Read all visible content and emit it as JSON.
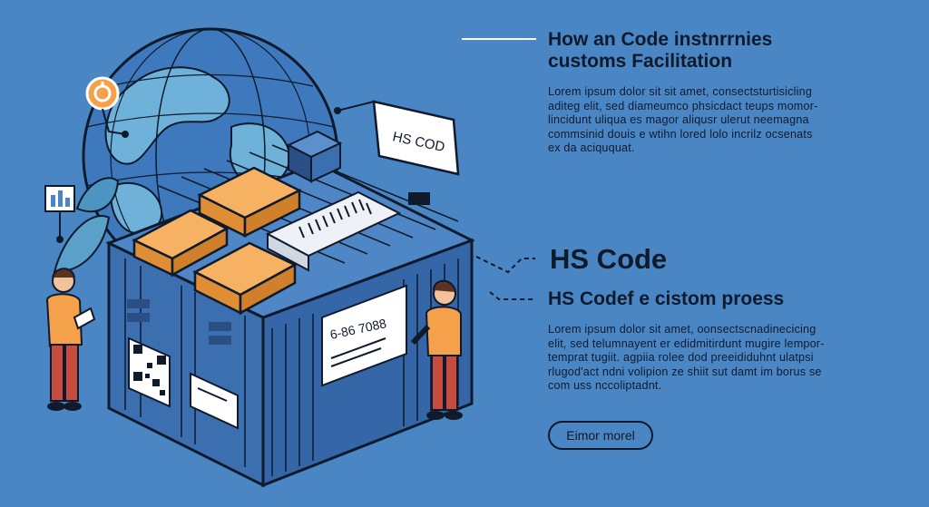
{
  "header": {
    "title": "How an Code instnrrnies\ncustoms Facilitation"
  },
  "intro": {
    "text": "Lorem ipsum dolor sit sit amet, consectsturtisicling\naditeg elit, sed diameumco phsicdact teups momor-\nlincidunt uliqua es magor aliqusr ulerut neemagna\ncommsinid douis e wtihn lored lolo incrilz ocsenats\nex da aciququat."
  },
  "section": {
    "heading": "HS Code",
    "subheading": "HS Codef e cistom proess",
    "text": "Lorem ipsum dolor sit amet, oonsectscnadinecicing\nelit, sed telumnayent er edidmitirdunt mugire lempor-\ntemprat tugiit. agpiia rolee dod preeididuhnt ulatpsi\nrlugod'act ndni volipion ze shiit sut damt im borus se\ncom uss nccoliptadnt."
  },
  "cta": {
    "label": "Eimor morel"
  },
  "illustration": {
    "callout_label": "HS COD",
    "container_label": "6-86 7088",
    "colors": {
      "background": "#4b86c4",
      "container": "#3b6fb0",
      "box": "#f2a04a",
      "ink": "#0f1a2c",
      "globe_land": "#6fb2d9",
      "icon_orange": "#f5a04a"
    }
  }
}
